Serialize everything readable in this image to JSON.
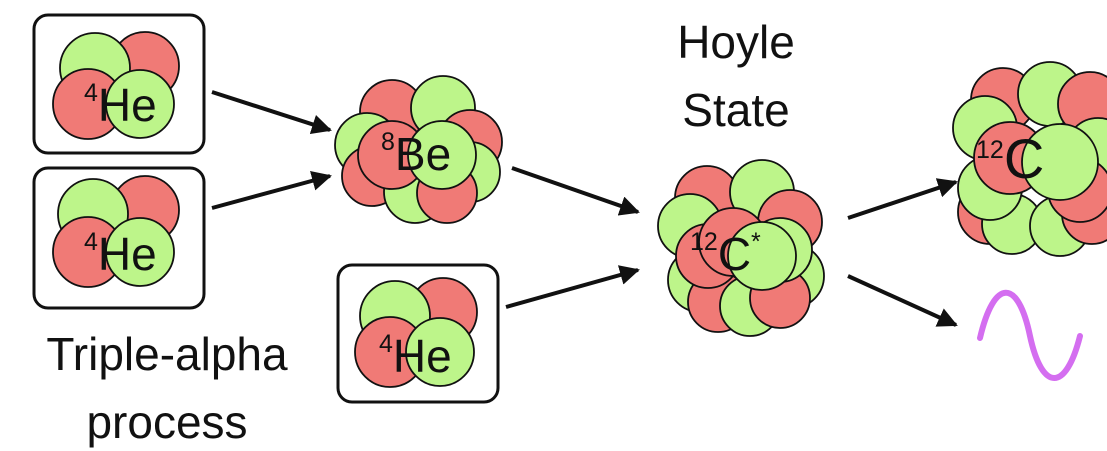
{
  "colors": {
    "proton": "#f07a76",
    "neutron": "#bdf58a",
    "outline": "#111111",
    "photon": "#d46ef0"
  },
  "labels": {
    "he_mass": "4",
    "he_symbol": "He",
    "be_mass": "8",
    "be_symbol": "Be",
    "c_star_mass": "12",
    "c_star_symbol": "C",
    "c_star_mark": "*",
    "c_mass": "12",
    "c_symbol": "C",
    "hoyle_line1": "Hoyle",
    "hoyle_line2": "State",
    "triple_line1": "Triple-alpha",
    "triple_line2": "process"
  },
  "icons": {
    "photon": "photon-wave-icon"
  }
}
